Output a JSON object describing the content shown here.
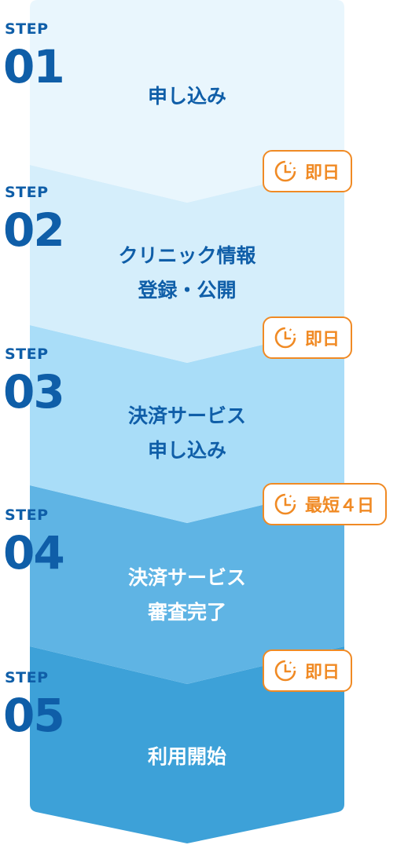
{
  "step_label": "STEP",
  "steps": [
    {
      "number": "01",
      "lines": [
        "申し込み"
      ]
    },
    {
      "number": "02",
      "lines": [
        "クリニック情報",
        "登録・公開"
      ]
    },
    {
      "number": "03",
      "lines": [
        "決済サービス",
        "申し込み"
      ]
    },
    {
      "number": "04",
      "lines": [
        "決済サービス",
        "審査完了"
      ]
    },
    {
      "number": "05",
      "lines": [
        "利用開始"
      ]
    }
  ],
  "durations": [
    "即日",
    "即日",
    "最短４日",
    "即日"
  ],
  "colors": {
    "step_fills": [
      "#e9f6fd",
      "#d5eefb",
      "#a9ddf8",
      "#5fb4e4",
      "#3da1d8"
    ],
    "heading": "#0f5ea8",
    "badge": "#f08a24"
  },
  "icons": {
    "badge": "clock-icon"
  }
}
